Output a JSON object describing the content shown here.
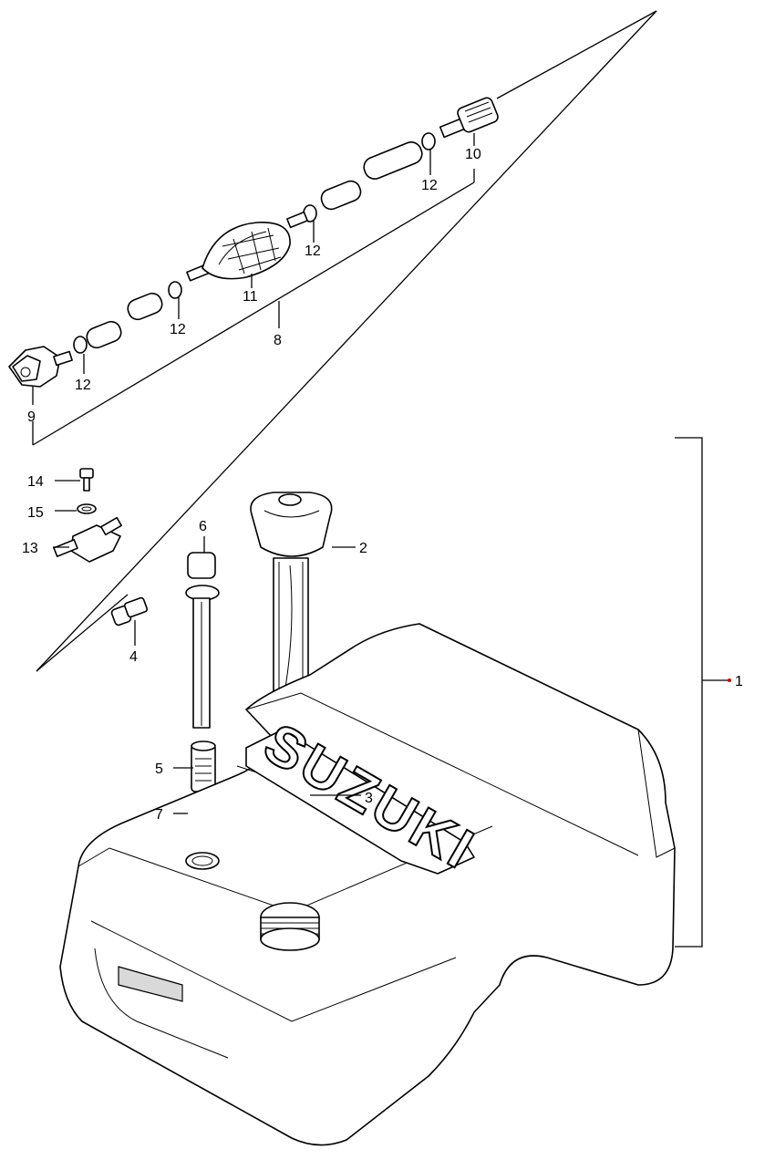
{
  "diagram": {
    "brand_logo": "SUZUKI",
    "parts": [
      {
        "key": "p1",
        "number": "1",
        "name": "fuel-tank-assembly"
      },
      {
        "key": "p2",
        "number": "2",
        "name": "fuel-gauge"
      },
      {
        "key": "p3",
        "number": "3",
        "name": "gauge-gasket"
      },
      {
        "key": "p4",
        "number": "4",
        "name": "connector"
      },
      {
        "key": "p5",
        "number": "5",
        "name": "filter"
      },
      {
        "key": "p6",
        "number": "6",
        "name": "suction-pipe"
      },
      {
        "key": "p7",
        "number": "7",
        "name": "o-ring"
      },
      {
        "key": "p8",
        "number": "8",
        "name": "fuel-hose-assembly"
      },
      {
        "key": "p9",
        "number": "9",
        "name": "tank-connector"
      },
      {
        "key": "p10",
        "number": "10",
        "name": "engine-connector"
      },
      {
        "key": "p11",
        "number": "11",
        "name": "primer-bulb"
      },
      {
        "key": "p12a",
        "number": "12",
        "name": "hose-clamp"
      },
      {
        "key": "p12b",
        "number": "12",
        "name": "hose-clamp"
      },
      {
        "key": "p12c",
        "number": "12",
        "name": "hose-clamp"
      },
      {
        "key": "p12d",
        "number": "12",
        "name": "hose-clamp"
      },
      {
        "key": "p13",
        "number": "13",
        "name": "cock-fitting"
      },
      {
        "key": "p14",
        "number": "14",
        "name": "bolt"
      },
      {
        "key": "p15",
        "number": "15",
        "name": "washer"
      }
    ],
    "colors": {
      "line": "#000000",
      "paper": "#ffffff",
      "shade": "#d9d9d9",
      "marker": "#cc0000"
    }
  }
}
